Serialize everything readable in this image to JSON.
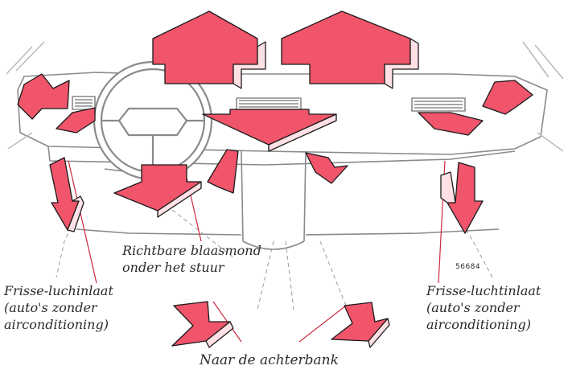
{
  "colors": {
    "arrow_fill": "#f0556b",
    "arrow_side": "#ffe1e5",
    "arrow_edge": "#1a1a1a",
    "outline": "#8a8a8a"
  },
  "labels": {
    "steering_vent": [
      "Richtbare blaasmond",
      "onder het stuur"
    ],
    "left_intake": [
      "Frisse-luchinlaat",
      "(auto's zonder",
      "airconditioning)"
    ],
    "right_intake": [
      "Frisse-luchtinlaat",
      "(auto's zonder",
      "airconditioning)"
    ],
    "rear_seat": "Naar de achterbank",
    "figure_code": "56684"
  }
}
